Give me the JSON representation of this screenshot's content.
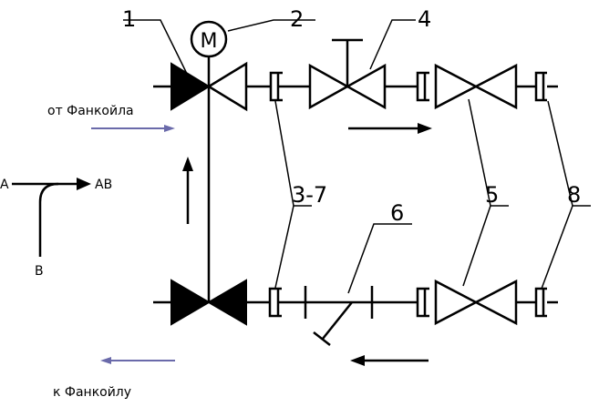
{
  "labels": {
    "n1": "1",
    "n2": "2",
    "n4": "4",
    "n37": "3-7",
    "n5": "5",
    "n6": "6",
    "n8": "8",
    "motor": "M",
    "from_fancoil": "от Фанкойла",
    "to_fancoil": "к Фанкойлу",
    "port_a": "A",
    "port_ab": "AB",
    "port_b": "B"
  },
  "colors": {
    "line": "#000000",
    "flow_arrow": "#6a6aaa",
    "background": "#ffffff"
  }
}
